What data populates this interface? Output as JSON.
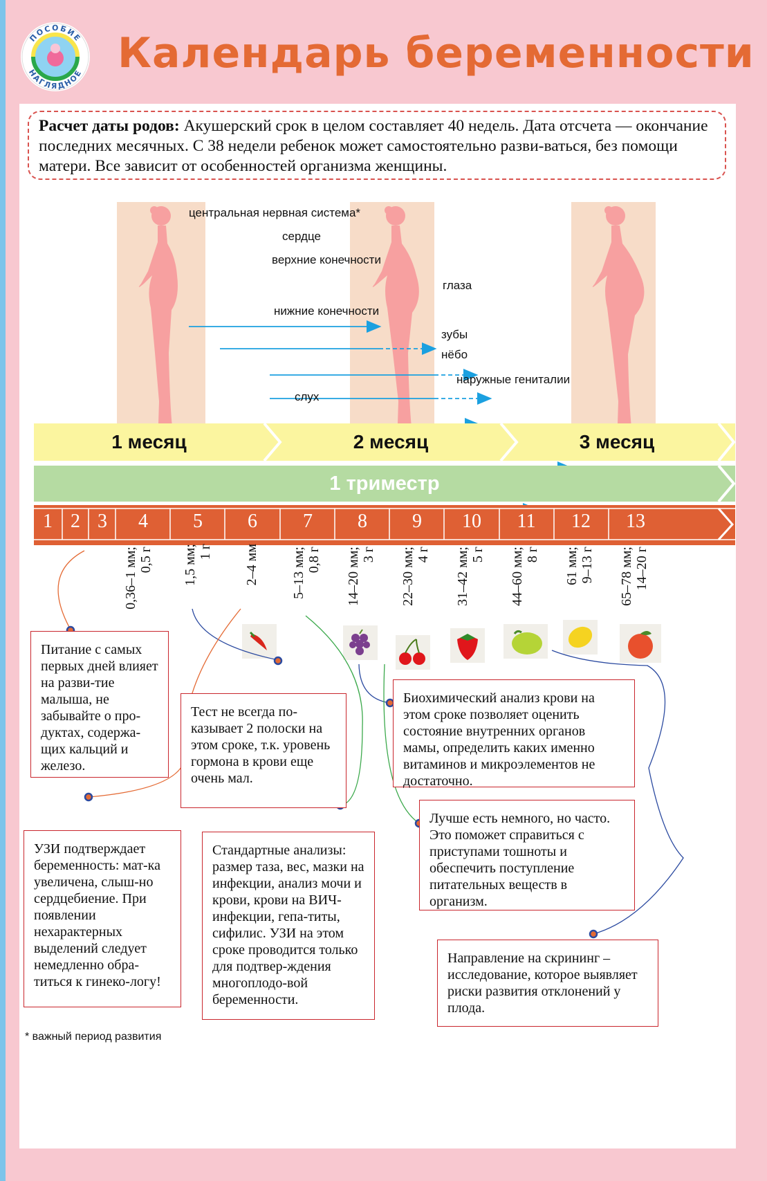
{
  "title": "Календарь беременности",
  "logo": {
    "top_text": "ПОСОБИЕ",
    "bottom_text": "НАГЛЯДНОЕ"
  },
  "intro": {
    "bold": "Расчет даты родов:",
    "text": " Акушерский срок в целом составляет 40 недель. Дата отсчета — окончание последних месячных. С 38 недели ребенок может самостоятельно разви-ваться, без помощи матери. Все зависит от особенностей организма женщины."
  },
  "organs": [
    "центральная нервная система*",
    "сердце",
    "верхние конечности",
    "глаза",
    "нижние конечности",
    "зубы",
    "нёбо",
    "наружные гениталии",
    "слух"
  ],
  "months": [
    "1 месяц",
    "2 месяц",
    "3 месяц"
  ],
  "trimester": "1 триместр",
  "weeks": [
    "1",
    "2",
    "3",
    "4",
    "5",
    "6",
    "7",
    "8",
    "9",
    "10",
    "11",
    "12",
    "13"
  ],
  "measures": [
    {
      "l1": "0,36–1 мм;",
      "l2": "0,5 г"
    },
    {
      "l1": "1,5 мм;",
      "l2": "1 г"
    },
    {
      "l1": "2–4 мм",
      "l2": ""
    },
    {
      "l1": "5–13 мм;",
      "l2": "0,8 г"
    },
    {
      "l1": "14–20 мм;",
      "l2": "3 г"
    },
    {
      "l1": "22–30 мм;",
      "l2": "4 г"
    },
    {
      "l1": "31–42 мм;",
      "l2": "5 г"
    },
    {
      "l1": "44–60 мм;",
      "l2": "8 г"
    },
    {
      "l1": "61 мм;",
      "l2": "9–13 г"
    },
    {
      "l1": "65–78 мм;",
      "l2": "14–20 г"
    }
  ],
  "fruits": [
    "chili-pepper-icon",
    "grapes-icon",
    "cherries-icon",
    "strawberry-icon",
    "lime-icon",
    "lemon-icon",
    "peach-icon"
  ],
  "boxes": {
    "food": "Питание с самых первых дней влияет на разви-тие малыша, не забывайте о про-дуктах, содержа-щих кальций и железо.",
    "test": "Тест не всегда по-казывает 2 полоски на этом сроке, т.к. уровень гормона в крови еще очень мал.",
    "bio": "Биохимический анализ крови на этом сроке позволяет оценить состояние внутренних органов мамы, определить каких именно витаминов и микроэлементов не достаточно.",
    "eat": "Лучше есть немного, но часто. Это поможет справиться с приступами тошноты и обеспечить поступление питательных веществ в организм.",
    "uzi": "УЗИ подтверждает беременность: мат-ка увеличена, слыш-но сердцебиение. При появлении нехарактерных выделений следует немедленно обра-титься к гинеко-логу!",
    "std": "Стандартные анализы: размер таза, вес, мазки на инфекции, анализ мочи и крови, крови на ВИЧ-инфекции, гепа-титы, сифилис. УЗИ на этом сроке проводится только для подтвер-ждения многоплодо-вой беременности.",
    "screen": "Направление на скрининг – исследование, которое выявляет риски развития отклонений у плода."
  },
  "footnote": "* важный период развития",
  "colors": {
    "title": "#e46a34",
    "month_band": "#fbf59f",
    "trimester_band": "#b5dba2",
    "week_bar": "#df6034",
    "box_border": "#c9252c",
    "arrow": "#1ba0e0",
    "silhouette": "#f7a0a0",
    "background": "#f8c8d0"
  }
}
